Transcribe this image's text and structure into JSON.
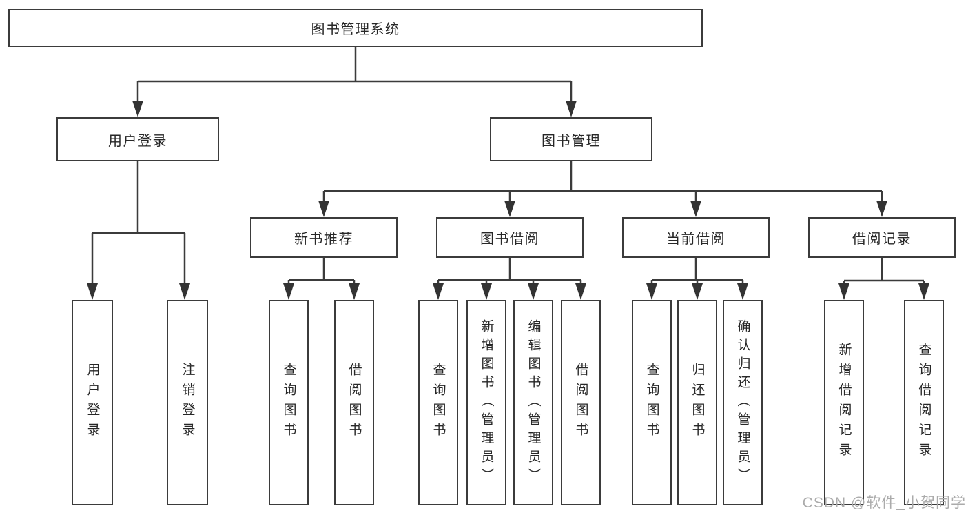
{
  "colors": {
    "background": "#ffffff",
    "line": "#3b3b3b",
    "box_border": "#3b3b3b",
    "box_background": "#ffffff",
    "text": "#272727",
    "watermark": "#ababab"
  },
  "diagram": {
    "type": "tree",
    "root": {
      "label": "图书管理系统"
    },
    "branches": [
      {
        "label": "用户登录",
        "children": [
          {
            "label": "用户登录"
          },
          {
            "label": "注销登录"
          }
        ]
      },
      {
        "label": "图书管理",
        "children": [
          {
            "label": "新书推荐",
            "children": [
              {
                "label": "查询图书"
              },
              {
                "label": "借阅图书"
              }
            ]
          },
          {
            "label": "图书借阅",
            "children": [
              {
                "label": "查询图书"
              },
              {
                "label": "新增图书（管理员）"
              },
              {
                "label": "编辑图书（管理员）"
              },
              {
                "label": "借阅图书"
              }
            ]
          },
          {
            "label": "当前借阅",
            "children": [
              {
                "label": "查询图书"
              },
              {
                "label": "归还图书"
              },
              {
                "label": "确认归还（管理员）"
              }
            ]
          },
          {
            "label": "借阅记录",
            "children": [
              {
                "label": "新增借阅记录"
              },
              {
                "label": "查询借阅记录"
              }
            ]
          }
        ]
      }
    ]
  },
  "watermark": {
    "text": "CSDN @软件_小贺同学"
  }
}
